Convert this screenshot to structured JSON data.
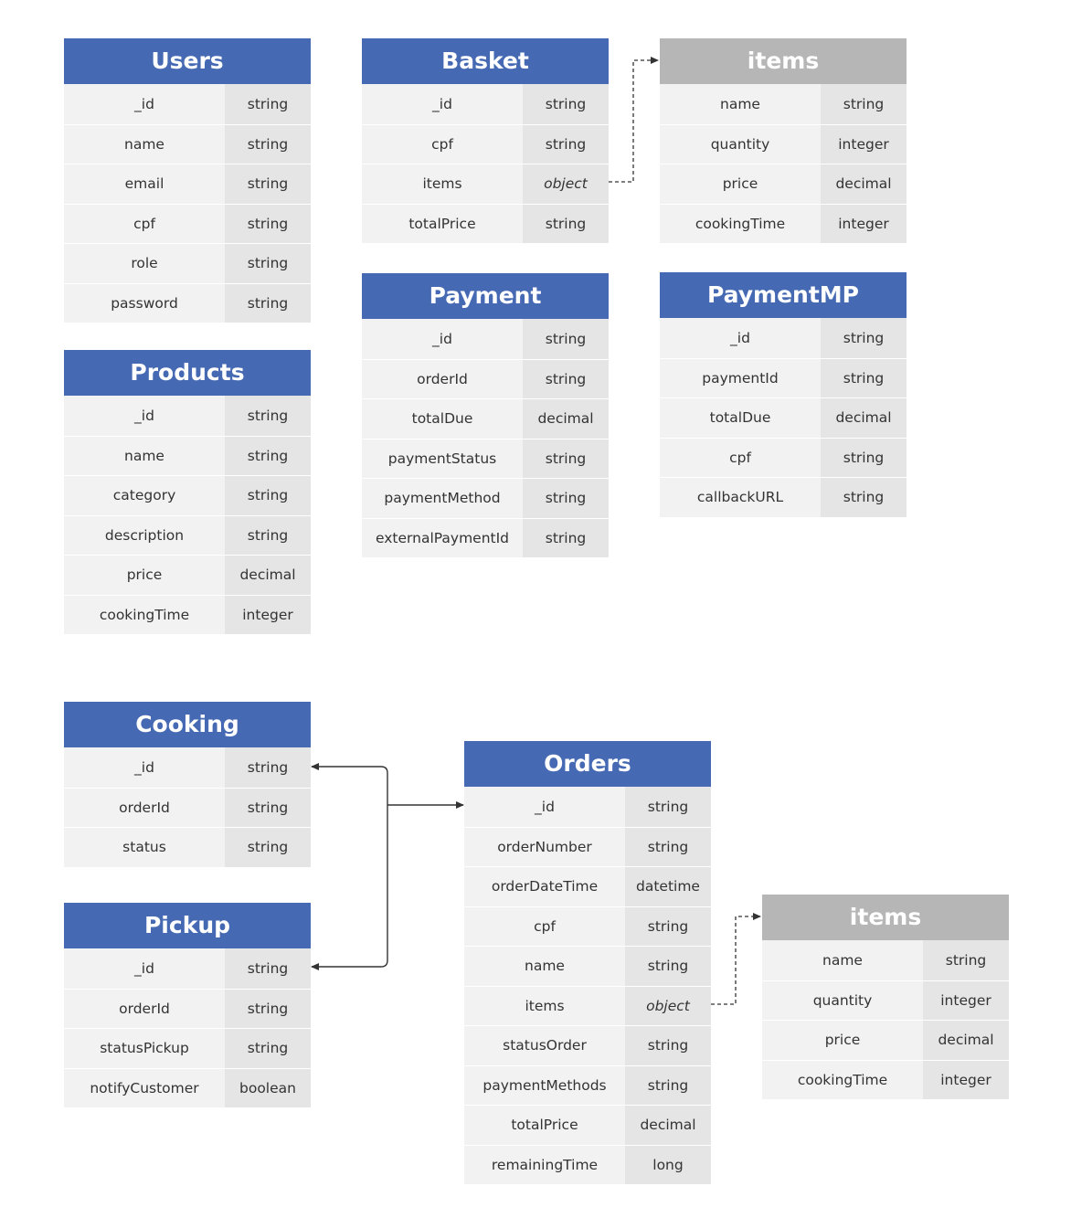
{
  "tables": [
    {
      "id": "users",
      "title": "Users",
      "style": "blue",
      "fields": [
        [
          "_id",
          "string"
        ],
        [
          "name",
          "string"
        ],
        [
          "email",
          "string"
        ],
        [
          "cpf",
          "string"
        ],
        [
          "role",
          "string"
        ],
        [
          "password",
          "string"
        ]
      ]
    },
    {
      "id": "products",
      "title": "Products",
      "style": "blue",
      "fields": [
        [
          "_id",
          "string"
        ],
        [
          "name",
          "string"
        ],
        [
          "category",
          "string"
        ],
        [
          "description",
          "string"
        ],
        [
          "price",
          "decimal"
        ],
        [
          "cookingTime",
          "integer"
        ]
      ]
    },
    {
      "id": "basket",
      "title": "Basket",
      "style": "blue",
      "fields": [
        [
          "_id",
          "string"
        ],
        [
          "cpf",
          "string"
        ],
        [
          "items",
          "object"
        ],
        [
          "totalPrice",
          "string"
        ]
      ]
    },
    {
      "id": "basket-items",
      "title": "items",
      "style": "gray",
      "fields": [
        [
          "name",
          "string"
        ],
        [
          "quantity",
          "integer"
        ],
        [
          "price",
          "decimal"
        ],
        [
          "cookingTime",
          "integer"
        ]
      ]
    },
    {
      "id": "payment",
      "title": "Payment",
      "style": "blue",
      "fields": [
        [
          "_id",
          "string"
        ],
        [
          "orderId",
          "string"
        ],
        [
          "totalDue",
          "decimal"
        ],
        [
          "paymentStatus",
          "string"
        ],
        [
          "paymentMethod",
          "string"
        ],
        [
          "externalPaymentId",
          "string"
        ]
      ]
    },
    {
      "id": "paymentmp",
      "title": "PaymentMP",
      "style": "blue",
      "fields": [
        [
          "_id",
          "string"
        ],
        [
          "paymentId",
          "string"
        ],
        [
          "totalDue",
          "decimal"
        ],
        [
          "cpf",
          "string"
        ],
        [
          "callbackURL",
          "string"
        ]
      ]
    },
    {
      "id": "cooking",
      "title": "Cooking",
      "style": "blue",
      "fields": [
        [
          "_id",
          "string"
        ],
        [
          "orderId",
          "string"
        ],
        [
          "status",
          "string"
        ]
      ]
    },
    {
      "id": "pickup",
      "title": "Pickup",
      "style": "blue",
      "fields": [
        [
          "_id",
          "string"
        ],
        [
          "orderId",
          "string"
        ],
        [
          "statusPickup",
          "string"
        ],
        [
          "notifyCustomer",
          "boolean"
        ]
      ]
    },
    {
      "id": "orders",
      "title": "Orders",
      "style": "blue",
      "fields": [
        [
          "_id",
          "string"
        ],
        [
          "orderNumber",
          "string"
        ],
        [
          "orderDateTime",
          "datetime"
        ],
        [
          "cpf",
          "string"
        ],
        [
          "name",
          "string"
        ],
        [
          "items",
          "object"
        ],
        [
          "statusOrder",
          "string"
        ],
        [
          "paymentMethods",
          "string"
        ],
        [
          "totalPrice",
          "decimal"
        ],
        [
          "remainingTime",
          "long"
        ]
      ]
    },
    {
      "id": "order-items",
      "title": "items",
      "style": "gray",
      "fields": [
        [
          "name",
          "string"
        ],
        [
          "quantity",
          "integer"
        ],
        [
          "price",
          "decimal"
        ],
        [
          "cookingTime",
          "integer"
        ]
      ]
    }
  ],
  "colors": {
    "header_blue": "#4569b3",
    "header_gray": "#b6b6b6",
    "name_cell": "#f2f2f2",
    "type_cell": "#e5e5e5"
  }
}
